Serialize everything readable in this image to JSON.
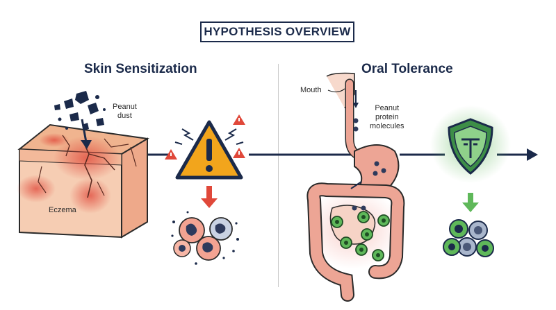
{
  "title": "HYPOTHESIS OVERVIEW",
  "left": {
    "heading": "Skin Sensitization",
    "dust_label_line1": "Peanut",
    "dust_label_line2": "dust",
    "eczema_label": "Eczema"
  },
  "right": {
    "heading": "Oral Tolerance",
    "mouth_label": "Mouth",
    "protein_label_line1": "Peanut",
    "protein_label_line2": "protein",
    "protein_label_line3": "molecules"
  },
  "colors": {
    "navy": "#1b2a4a",
    "skin": "#f4c2a4",
    "inflammation": "#e0483a",
    "warning": "#f2a51c",
    "tolerance_green": "#5fb85a",
    "gut": "#eda595"
  },
  "icons": [
    "warning-triangle-icon",
    "shield-icon",
    "arrow-down-icon",
    "arrow-right-icon"
  ]
}
